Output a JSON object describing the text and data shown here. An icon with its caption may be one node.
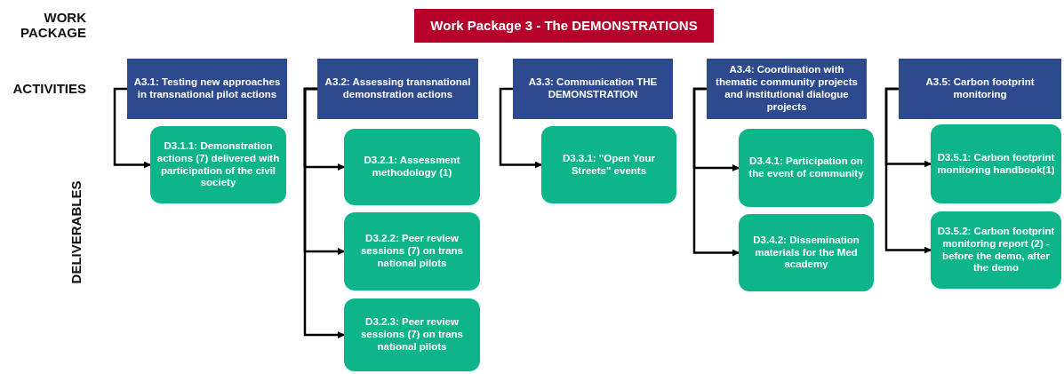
{
  "diagram": {
    "nodes": [
      {
        "text": [
          "Work Package 3 - The DEMONSTRATIONS"
        ]
      },
      {
        "text": [
          "A3.1: Testing new approaches in transnational pilot actions"
        ]
      },
      {
        "text": [
          "A3.2: Assessing transnational demonstration actions"
        ]
      },
      {
        "text": [
          "A3.3: Communication THE DEMONSTRATION"
        ]
      },
      {
        "text": [
          "A3.4: Coordination with thematic community projects and institutional dialogue projects"
        ]
      },
      {
        "text": [
          "A3.5: Carbon footprint monitoring"
        ]
      },
      {
        "text": [
          "D3.1.1: Demonstration actions (7) delivered with participation of the civil society"
        ]
      },
      {
        "text": [
          "D3.2.1: Assessment methodology (1)"
        ]
      },
      {
        "text": [
          "D3.2.2: Peer review sessions (7) on trans national pilots"
        ]
      },
      {
        "text": [
          "D3.2.3: Peer review sessions (7) on trans national pilots"
        ]
      },
      {
        "text": [
          "D3.3.1: \"Open Your Streets\" events"
        ]
      },
      {
        "text": [
          "D3.4.1: Participation on the event of community"
        ]
      },
      {
        "text": [
          "D3.4.2: Dissemination materials for the Med academy"
        ]
      },
      {
        "text": [
          "D3.5.1: Carbon footprint monitoring handbook(1)"
        ]
      },
      {
        "text": [
          "D3.5.2: Carbon footprint monitoring report (2) - before the demo, after the demo"
        ]
      }
    ],
    "edges": [
      {
        "from": 1,
        "to": 6,
        "arrow": "to"
      },
      {
        "from": 2,
        "to": 7,
        "arrow": "to"
      },
      {
        "from": 2,
        "to": 8,
        "arrow": "to"
      },
      {
        "from": 2,
        "to": 9,
        "arrow": "to"
      },
      {
        "from": 3,
        "to": 10,
        "arrow": "to"
      },
      {
        "from": 4,
        "to": 11,
        "arrow": "to"
      },
      {
        "from": 4,
        "to": 12,
        "arrow": "to"
      },
      {
        "from": 5,
        "to": 13,
        "arrow": "to"
      },
      {
        "from": 5,
        "to": 14,
        "arrow": "to"
      }
    ],
    "labels": [
      "WORK PACKAGE",
      "ACTIVITIES",
      "DELIVERABLES"
    ]
  }
}
